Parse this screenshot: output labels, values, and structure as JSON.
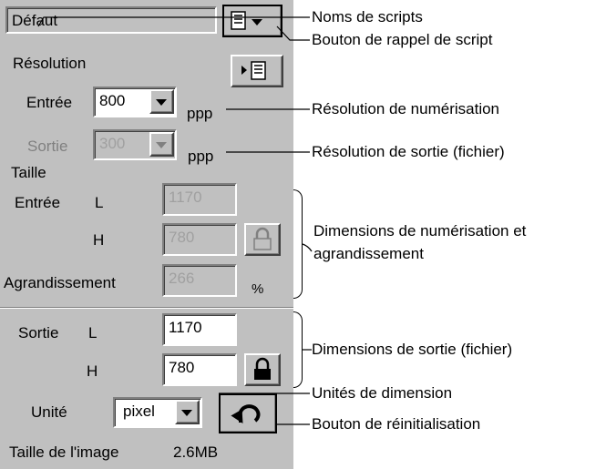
{
  "panel": {
    "script_name": "Défaut",
    "resolution": {
      "heading": "Résolution",
      "input_label": "Entrée",
      "input_value": "800",
      "input_unit": "ppp",
      "output_label": "Sortie",
      "output_value": "300",
      "output_unit": "ppp"
    },
    "size": {
      "heading": "Taille",
      "input_label": "Entrée",
      "width_label": "L",
      "height_label": "H",
      "input_width": "1170",
      "input_height": "780",
      "magnification_label": "Agrandissement",
      "magnification_value": "266",
      "magnification_unit": "%",
      "output_label": "Sortie",
      "output_width": "1170",
      "output_height": "780"
    },
    "unit": {
      "label": "Unité",
      "value": "pixel"
    },
    "image_size": {
      "label": "Taille de l'image",
      "value": "2.6MB"
    }
  },
  "annotations": {
    "script_names": "Noms de scripts",
    "script_recall": "Bouton de rappel de script",
    "scan_resolution": "Résolution de numérisation",
    "output_resolution": "Résolution de sortie (fichier)",
    "scan_dimensions_line1": "Dimensions de numérisation et",
    "scan_dimensions_line2": "agrandissement",
    "output_dimensions": "Dimensions de sortie (fichier)",
    "dimension_units": "Unités de dimension",
    "reset_button": "Bouton de réinitialisation"
  }
}
